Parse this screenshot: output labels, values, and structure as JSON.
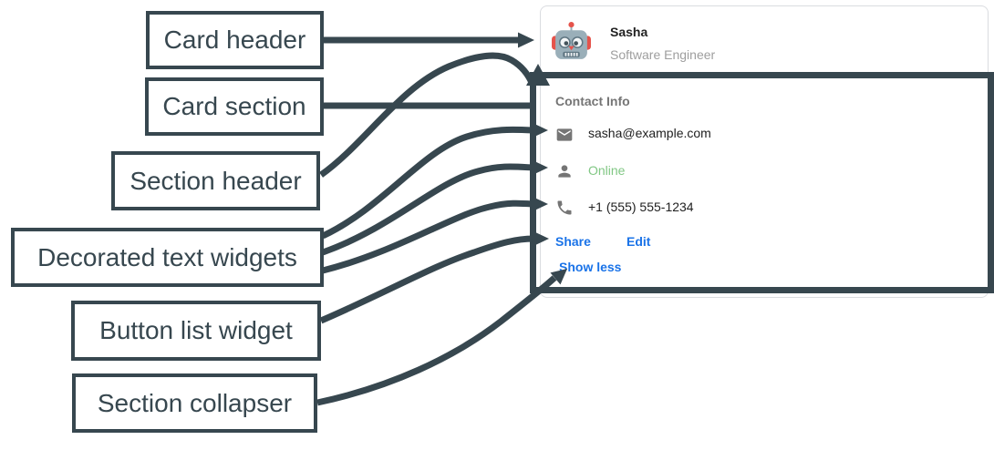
{
  "colors": {
    "accent_dark": "#37474F",
    "link_blue": "#1A73E8",
    "online_green": "#81C784",
    "icon_gray": "#757575",
    "subtitle_gray": "#9E9E9E",
    "text_dark": "#212121",
    "card_border": "#DADCE0"
  },
  "annotations": [
    "Card header",
    "Card section",
    "Section header",
    "Decorated text widgets",
    "Button list widget",
    "Section collapser"
  ],
  "card": {
    "header": {
      "name": "Sasha",
      "subtitle": "Software Engineer",
      "avatar": "robot-emoji"
    },
    "section": {
      "title": "Contact Info",
      "rows": [
        {
          "icon": "mail-icon",
          "text": "sasha@example.com"
        },
        {
          "icon": "person-icon",
          "text": "Online"
        },
        {
          "icon": "phone-icon",
          "text": "+1 (555) 555-1234"
        }
      ],
      "buttons": [
        "Share",
        "Edit"
      ],
      "collapser": "Show less"
    }
  }
}
